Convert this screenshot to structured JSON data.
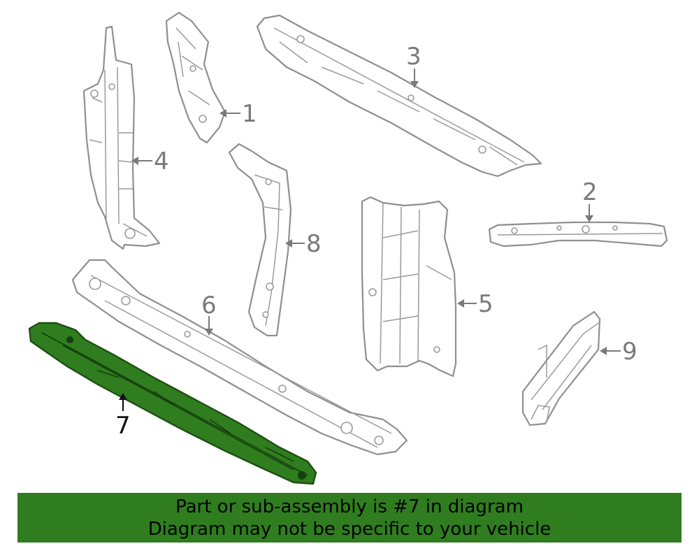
{
  "callouts": {
    "c1": "1",
    "c2": "2",
    "c3": "3",
    "c4": "4",
    "c5": "5",
    "c6": "6",
    "c7": "7",
    "c8": "8",
    "c9": "9"
  },
  "highlighted_part": "7",
  "colors": {
    "highlight": "#2f7d1f",
    "outline": "#8f8f8f",
    "banner": "#2f7d1f"
  },
  "banner": {
    "line1": "Part or sub-assembly is #7 in diagram",
    "line2": "Diagram may not be specific to your vehicle"
  }
}
